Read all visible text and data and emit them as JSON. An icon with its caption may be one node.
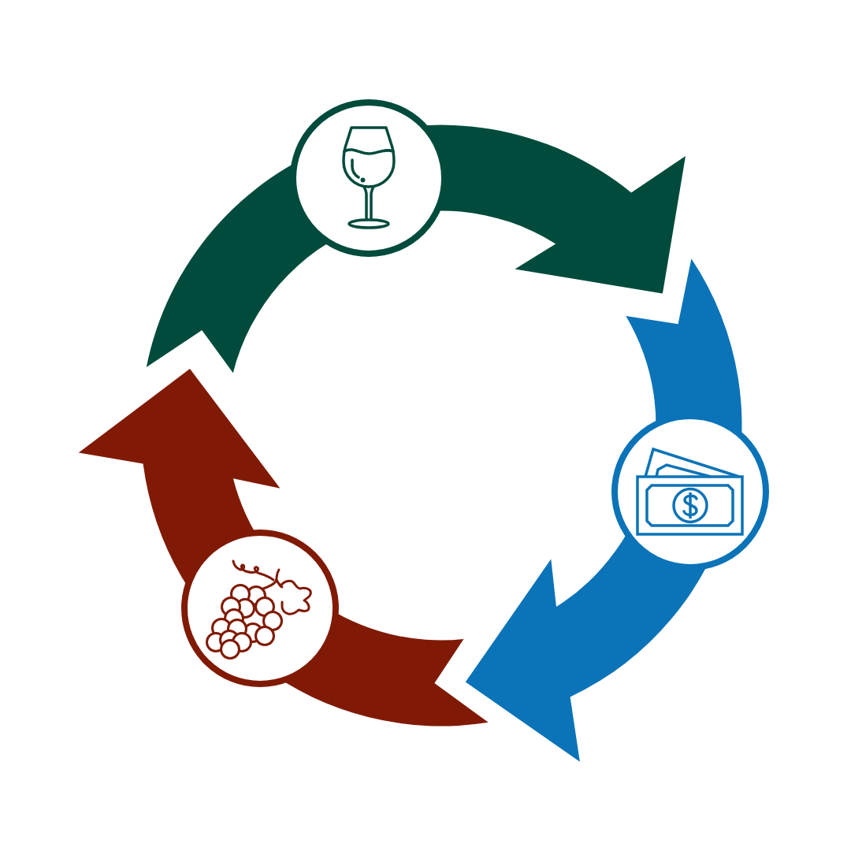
{
  "diagram": {
    "nodes": [
      {
        "text": [],
        "shape": "circle"
      },
      {
        "text": [],
        "shape": "circle"
      },
      {
        "text": [],
        "shape": "circle"
      }
    ],
    "edges": [
      {
        "from": 0,
        "to": 1,
        "arrow": "to",
        "color": "#014b3c"
      },
      {
        "from": 1,
        "to": 2,
        "arrow": "to",
        "color": "#0b73b8"
      },
      {
        "from": 2,
        "to": 0,
        "arrow": "to",
        "color": "#801a05"
      }
    ]
  }
}
